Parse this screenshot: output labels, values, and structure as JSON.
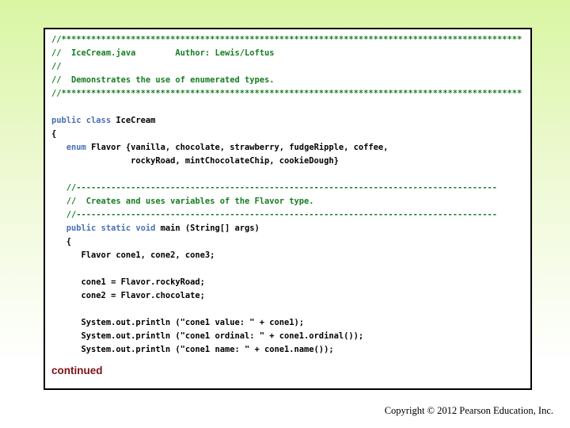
{
  "slide": {
    "continued_label": "continued",
    "copyright": "Copyright © 2012 Pearson Education, Inc."
  },
  "colors": {
    "background_top": "#d9f6a3",
    "background_bottom": "#ffffff",
    "box_background": "#ffffff",
    "box_border": "#000000",
    "code_comment": "#167d22",
    "code_keyword": "#4a6fb5",
    "code_plain": "#000000",
    "continued_text": "#7c1214"
  },
  "code": {
    "lines": [
      [
        {
          "c": "c",
          "t": "//*********************************************************************************************"
        }
      ],
      [
        {
          "c": "c",
          "t": "//  IceCream.java        Author: Lewis/Loftus"
        }
      ],
      [
        {
          "c": "c",
          "t": "//"
        }
      ],
      [
        {
          "c": "c",
          "t": "//  Demonstrates the use of enumerated types."
        }
      ],
      [
        {
          "c": "c",
          "t": "//*********************************************************************************************"
        }
      ],
      [],
      [
        {
          "c": "k",
          "t": "public class"
        },
        {
          "c": "p",
          "t": " IceCream"
        }
      ],
      [
        {
          "c": "p",
          "t": "{"
        }
      ],
      [
        {
          "c": "p",
          "t": "   "
        },
        {
          "c": "k",
          "t": "enum"
        },
        {
          "c": "p",
          "t": " Flavor {vanilla, chocolate, strawberry, fudgeRipple, coffee,"
        }
      ],
      [
        {
          "c": "p",
          "t": "                rockyRoad, mintChocolateChip, cookieDough}"
        }
      ],
      [],
      [
        {
          "c": "c",
          "t": "   //-------------------------------------------------------------------------------------"
        }
      ],
      [
        {
          "c": "c",
          "t": "   //  Creates and uses variables of the Flavor type."
        }
      ],
      [
        {
          "c": "c",
          "t": "   //-------------------------------------------------------------------------------------"
        }
      ],
      [
        {
          "c": "p",
          "t": "   "
        },
        {
          "c": "k",
          "t": "public static void"
        },
        {
          "c": "p",
          "t": " main (String[] args)"
        }
      ],
      [
        {
          "c": "p",
          "t": "   {"
        }
      ],
      [
        {
          "c": "p",
          "t": "      Flavor cone1, cone2, cone3;"
        }
      ],
      [],
      [
        {
          "c": "p",
          "t": "      cone1 = Flavor.rockyRoad;"
        }
      ],
      [
        {
          "c": "p",
          "t": "      cone2 = Flavor.chocolate;"
        }
      ],
      [],
      [
        {
          "c": "p",
          "t": "      System.out.println (\"cone1 value: \" + cone1);"
        }
      ],
      [
        {
          "c": "p",
          "t": "      System.out.println (\"cone1 ordinal: \" + cone1.ordinal());"
        }
      ],
      [
        {
          "c": "p",
          "t": "      System.out.println (\"cone1 name: \" + cone1.name());"
        }
      ]
    ]
  }
}
